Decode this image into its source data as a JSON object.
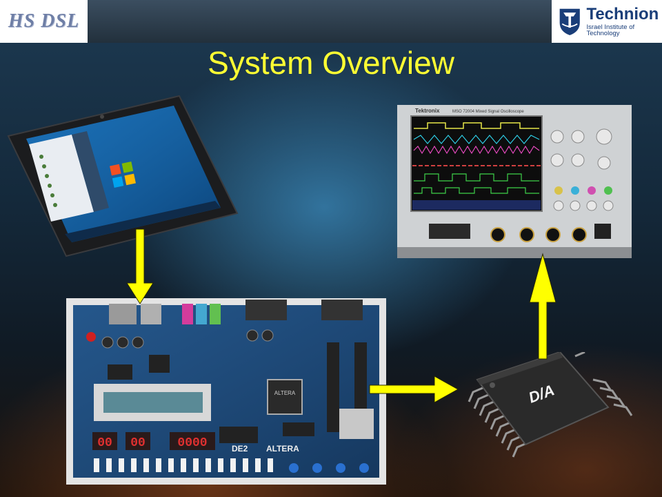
{
  "slide": {
    "title": "System Overview",
    "logo_left_text": "HS DSL",
    "logo_right_name": "Technion",
    "logo_right_sub": "Israel Institute of Technology"
  },
  "scope": {
    "brand": "Tektronix",
    "model": "MSO 72004  Mixed Signal Oscilloscope"
  },
  "board": {
    "seg_display": [
      "00",
      "00",
      "0000"
    ],
    "chip_label": "ALTERA",
    "board_name": "DE2",
    "board_brand": "ALTERA"
  },
  "chip": {
    "label": "D/A"
  },
  "colors": {
    "title": "#ffff33",
    "arrow": "#ffff00"
  },
  "icons": [
    "tablet-icon",
    "oscilloscope-icon",
    "fpga-board-icon",
    "dac-chip-icon"
  ]
}
